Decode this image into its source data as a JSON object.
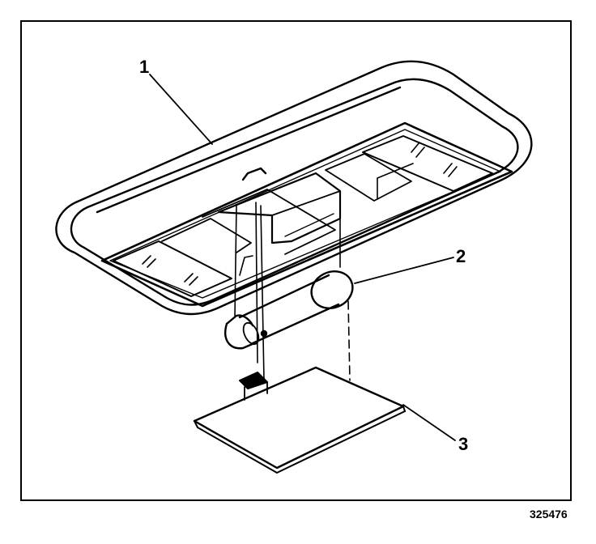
{
  "figure": {
    "figure_number": "325476",
    "callouts": [
      {
        "id": "1",
        "label": "1"
      },
      {
        "id": "2",
        "label": "2"
      },
      {
        "id": "3",
        "label": "3"
      }
    ]
  }
}
